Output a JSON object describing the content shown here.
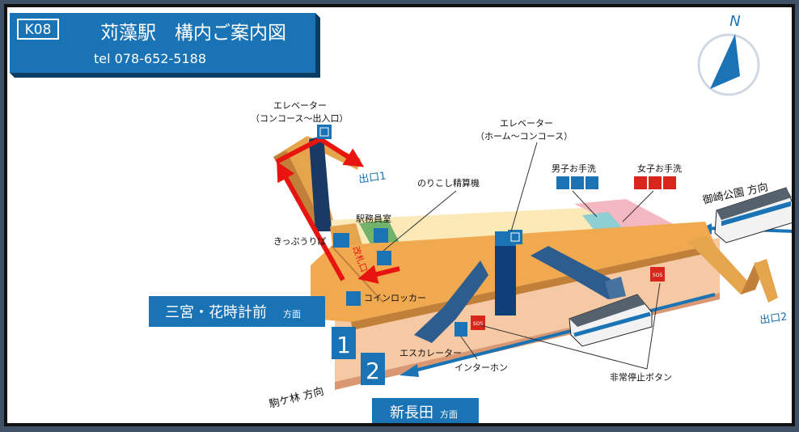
{
  "header": {
    "station_code": "K08",
    "title": "苅藻駅　構内ご案内図",
    "phone": "tel 078-652-5188"
  },
  "compass": {
    "label": "N"
  },
  "labels": {
    "elevator1": "エレベーター",
    "elevator1_sub": "（コンコース～出入口）",
    "elevator2": "エレベーター",
    "elevator2_sub": "（ホーム～コンコース）",
    "exit1": "出口1",
    "exit2": "出口2",
    "fare_adjust": "のりこし精算機",
    "mens_toilet": "男子お手洗",
    "womens_toilet": "女子お手洗",
    "station_office": "駅務員室",
    "ticket_area": "きっぷうりば",
    "gate": "改札口",
    "coin_locker": "コインロッカー",
    "escalator": "エスカレーター",
    "intercom": "インターホン",
    "emergency_button": "非常停止ボタン",
    "misaki_direction": "御崎公園 方向",
    "komagabayashi_direction": "駒ケ林 方向",
    "platform1_number": "1",
    "platform2_number": "2",
    "platform1_dest": "三宮・花時計前",
    "platform1_dest_suffix": "方面",
    "platform2_dest": "新長田",
    "platform2_dest_suffix": "方面",
    "sos": "SOS"
  },
  "colors": {
    "brand_blue": "#1a73b4",
    "concourse": "#f1a950",
    "platform": "#f5c9a4",
    "route_arrow": "#e8140f",
    "toilet_pink": "#f4b8c2",
    "toilet_teal": "#8ecfd4",
    "office_green": "#72b36c"
  }
}
